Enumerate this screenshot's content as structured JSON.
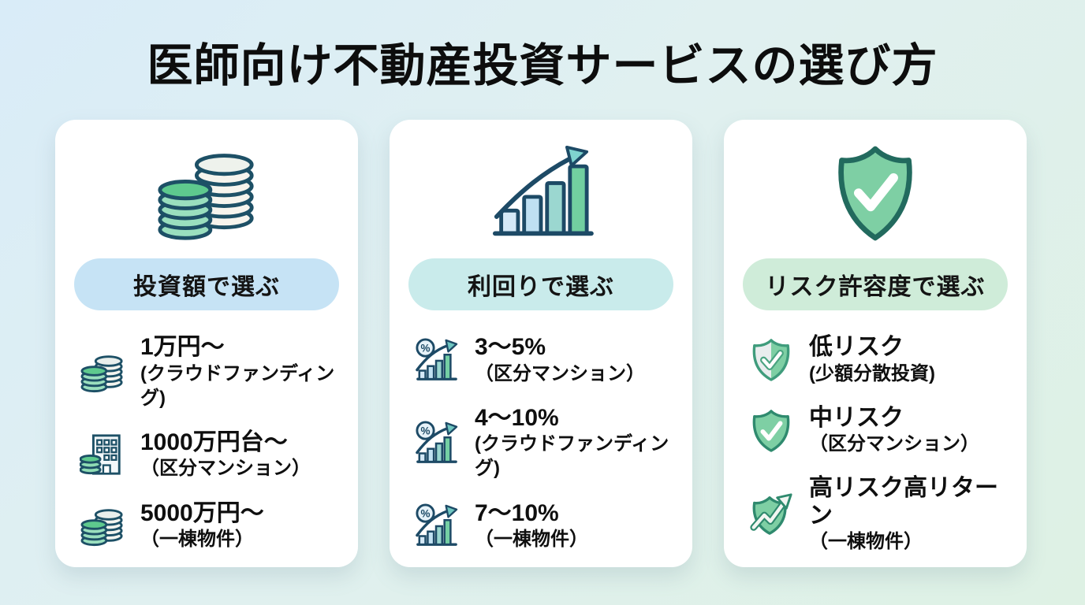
{
  "page": {
    "title": "医師向け不動産投資サービスの選び方"
  },
  "colors": {
    "background_top_left": "#d9ecf8",
    "background_bottom_right": "#def1e4",
    "card_background": "#ffffff",
    "title_text": "#0d0d0d",
    "outline_navy": "#1d5066",
    "shield_green": "#7ecfa4",
    "shield_outline": "#2f8a6e",
    "coin_green_top": "#5ec98e",
    "coin_green_side": "#9adfbe",
    "coin_white": "#f6f4ed",
    "bar_blue_light": "#d5e9f7",
    "bar_green": "#72cfa0"
  },
  "cards": [
    {
      "id": "by-investment-amount",
      "header_icon": "coin-stacks-icon",
      "badge": {
        "label": "投資額で選ぶ",
        "bg": "#c6e3f5"
      },
      "items": [
        {
          "icon": "coin-stacks-icon",
          "title": "1万円〜",
          "subtitle": "(クラウドファンディング)"
        },
        {
          "icon": "building-coins-icon",
          "title": "1000万円台〜",
          "subtitle": "（区分マンション）"
        },
        {
          "icon": "coin-stacks-icon",
          "title": "5000万円〜",
          "subtitle": "（一棟物件）"
        }
      ]
    },
    {
      "id": "by-yield",
      "header_icon": "growth-chart-icon",
      "badge": {
        "label": "利回りで選ぶ",
        "bg": "#c9ebeb"
      },
      "items": [
        {
          "icon": "percent-growth-icon",
          "title": "3〜5%",
          "subtitle": "（区分マンション）"
        },
        {
          "icon": "percent-growth-icon",
          "title": "4〜10%",
          "subtitle": "(クラウドファンディング)"
        },
        {
          "icon": "percent-growth-icon",
          "title": "7〜10%",
          "subtitle": "（一棟物件）"
        }
      ]
    },
    {
      "id": "by-risk-tolerance",
      "header_icon": "shield-check-icon",
      "badge": {
        "label": "リスク許容度で選ぶ",
        "bg": "#cfecd9"
      },
      "items": [
        {
          "icon": "shield-half-check-icon",
          "title": "低リスク",
          "subtitle": "(少額分散投資)"
        },
        {
          "icon": "shield-check-icon",
          "title": "中リスク",
          "subtitle": "（区分マンション）"
        },
        {
          "icon": "shield-trend-arrow-icon",
          "title": "高リスク高リターン",
          "subtitle": "（一棟物件）"
        }
      ]
    }
  ]
}
